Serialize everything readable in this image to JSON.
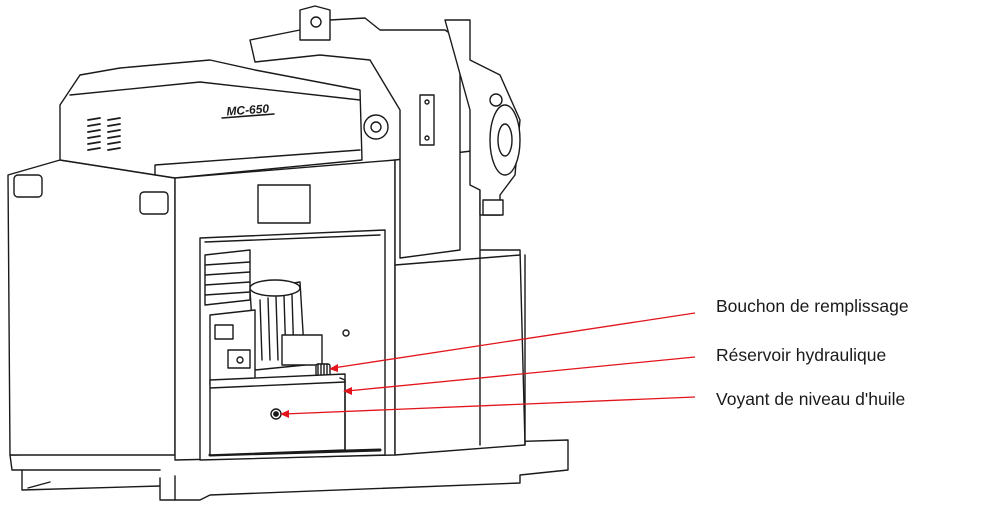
{
  "machine": {
    "model_plate": "MC-650"
  },
  "callouts": [
    {
      "id": "fill-cap",
      "label": "Bouchon de remplissage"
    },
    {
      "id": "tank",
      "label": "Réservoir hydraulique"
    },
    {
      "id": "sight-glass",
      "label": "Voyant de niveau d'huile"
    }
  ],
  "colors": {
    "leader_line": "#e3141b",
    "outline": "#1a1a1a",
    "background": "#ffffff"
  }
}
